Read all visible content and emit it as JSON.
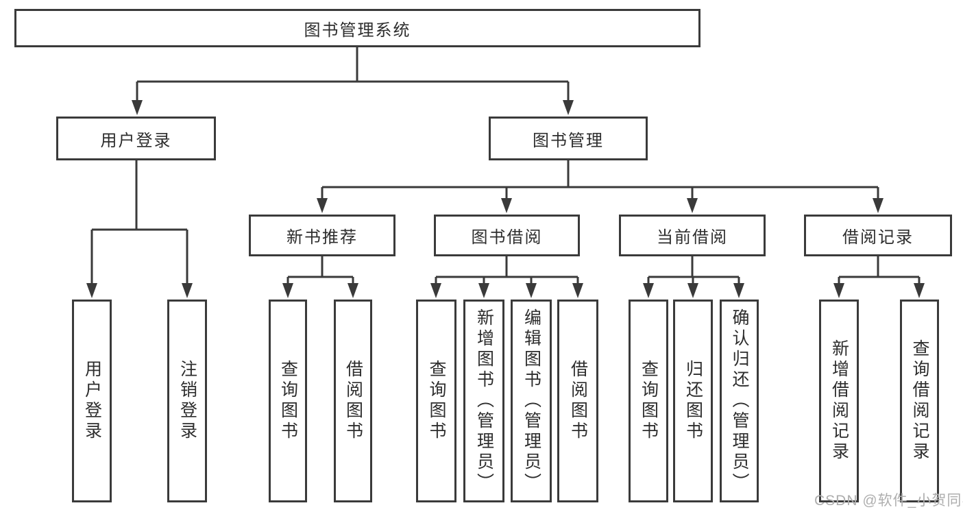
{
  "diagram_type": "hierarchy-tree",
  "tree": {
    "label": "图书管理系统",
    "children": [
      {
        "label": "用户登录",
        "children": [
          {
            "label": "用户登录"
          },
          {
            "label": "注销登录"
          }
        ]
      },
      {
        "label": "图书管理",
        "children": [
          {
            "label": "新书推荐",
            "children": [
              {
                "label": "查询图书"
              },
              {
                "label": "借阅图书"
              }
            ]
          },
          {
            "label": "图书借阅",
            "children": [
              {
                "label": "查询图书"
              },
              {
                "label": "新增图书（管理员）"
              },
              {
                "label": "编辑图书（管理员）"
              },
              {
                "label": "借阅图书"
              }
            ]
          },
          {
            "label": "当前借阅",
            "children": [
              {
                "label": "查询图书"
              },
              {
                "label": "归还图书"
              },
              {
                "label": "确认归还（管理员）"
              }
            ]
          },
          {
            "label": "借阅记录",
            "children": [
              {
                "label": "新增借阅记录"
              },
              {
                "label": "查询借阅记录"
              }
            ]
          }
        ]
      }
    ]
  },
  "watermark": "CSDN @软件_小贺同学",
  "colors": {
    "line": "#3a3a3a",
    "box_border": "#3a3a3a",
    "text": "#2d2d2d",
    "background": "#ffffff",
    "watermark": "#aeaeae"
  }
}
